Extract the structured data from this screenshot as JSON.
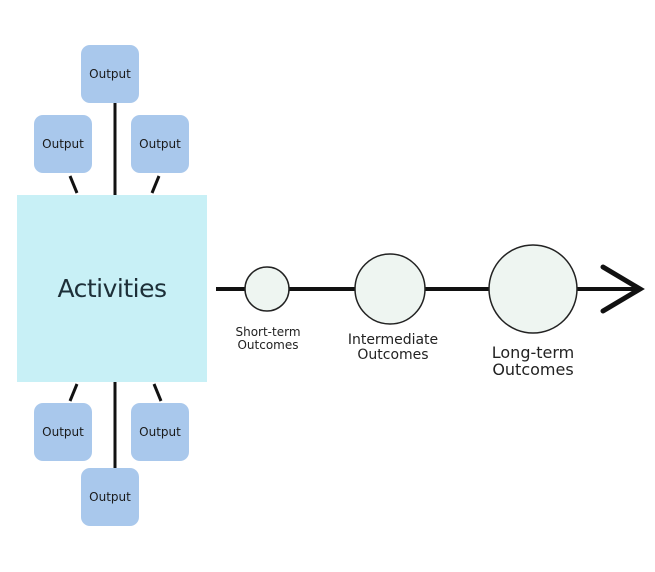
{
  "activities": {
    "label": "Activities"
  },
  "outputs": {
    "top": [
      "Output",
      "Output",
      "Output"
    ],
    "bottom": [
      "Output",
      "Output",
      "Output"
    ]
  },
  "outcomes": {
    "short_term": "Short-term\nOutcomes",
    "intermediate": "Intermediate\nOutcomes",
    "long_term": "Long-term\nOutcomes"
  },
  "colors": {
    "output_fill": "#a9c8ec",
    "activities_fill": "#c8f0f6",
    "outcome_fill": "#eef5f1",
    "line": "#111111"
  }
}
